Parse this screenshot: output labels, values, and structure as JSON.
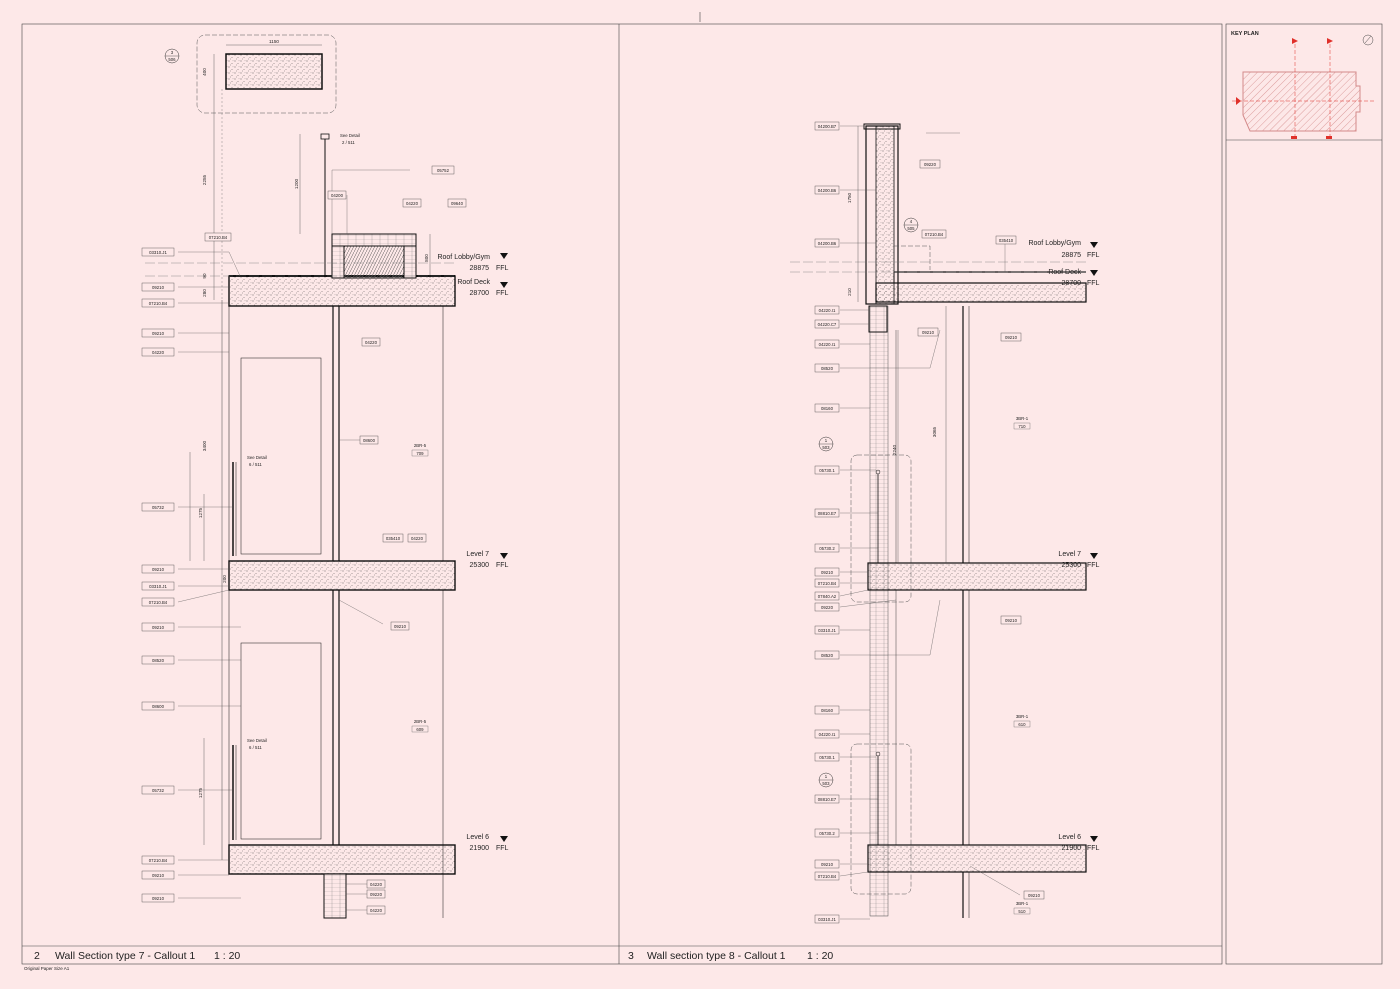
{
  "sheet": {
    "key_plan_title": "KEY PLAN",
    "paper_note": "Original Paper Size  A1"
  },
  "colors": {
    "sheet_bg": "#fde8e8",
    "line": "#1a1a1a",
    "accent_red": "#e0302a",
    "hatch": "#d48a8a"
  },
  "views": [
    {
      "number": "2",
      "title": "Wall Section type 7 - Callout 1",
      "scale": "1 : 20",
      "levels": [
        {
          "name": "Roof Lobby/Gym",
          "elev": "28875",
          "suffix": "FFL"
        },
        {
          "name": "Roof Deck",
          "elev": "28700",
          "suffix": "FFL"
        },
        {
          "name": "Level 7",
          "elev": "25300",
          "suffix": "FFL"
        },
        {
          "name": "Level 6",
          "elev": "21900",
          "suffix": "FFL"
        }
      ],
      "tags": [
        "03310.J1",
        "09210",
        "07210.B4",
        "09210",
        "04220",
        "05732",
        "09210",
        "03310.J1",
        "07210.B4",
        "09210",
        "08520",
        "08600",
        "05732",
        "07210.B4",
        "09210",
        "09210",
        "07210.B4",
        "05752",
        "04200",
        "04220",
        "09640",
        "04220",
        "08600",
        "035410",
        "04220",
        "09210",
        "04220",
        "09220",
        "04220"
      ],
      "rooms": [
        {
          "name": "2BR-5",
          "number": "709"
        },
        {
          "name": "2BR-5",
          "number": "609"
        }
      ],
      "dims": [
        "1150",
        "400",
        "2255",
        "1200",
        "800",
        "90",
        "280",
        "3400",
        "1275",
        "1275",
        "200"
      ],
      "notes": [
        {
          "line1": "See Detail",
          "line2": "2  /  511"
        },
        {
          "line1": "See Detail",
          "line2": "6  /  511"
        },
        {
          "line1": "See Detail",
          "line2": "6  /  511"
        }
      ],
      "callout": {
        "top": "3",
        "bottom": "506"
      }
    },
    {
      "number": "3",
      "title": "Wall section type 8 - Callout 1",
      "scale": "1 : 20",
      "levels": [
        {
          "name": "Roof Lobby/Gym",
          "elev": "28875",
          "suffix": "FFL"
        },
        {
          "name": "Roof Deck",
          "elev": "28700",
          "suffix": "FFL"
        },
        {
          "name": "Level 7",
          "elev": "25300",
          "suffix": "FFL"
        },
        {
          "name": "Level 6",
          "elev": "21900",
          "suffix": "FFL"
        }
      ],
      "tags": [
        "04200.B7",
        "04200.B6",
        "04200.B6",
        "04220.I1",
        "04220.C7",
        "04220.I1",
        "08520",
        "08160",
        "05730.1",
        "08810.E7",
        "05730.2",
        "09210",
        "07210.B4",
        "07840.A2",
        "09220",
        "03310.J1",
        "08520",
        "08160",
        "04220.I1",
        "05730.1",
        "08810.E7",
        "05730.2",
        "09210",
        "07210.B4",
        "03310.J1",
        "09220",
        "07210.B4",
        "035410",
        "09210",
        "09210",
        "09210",
        "09210"
      ],
      "rooms": [
        {
          "name": "3BR-1",
          "number": "710"
        },
        {
          "name": "3BR-1",
          "number": "610"
        },
        {
          "name": "3BR-1",
          "number": "510"
        }
      ],
      "dims": [
        "1750",
        "210",
        "2240",
        "3065"
      ],
      "callouts": [
        {
          "top": "4",
          "bottom": "505"
        },
        {
          "top": "1",
          "bottom": "503"
        },
        {
          "top": "1",
          "bottom": "503"
        }
      ]
    }
  ]
}
